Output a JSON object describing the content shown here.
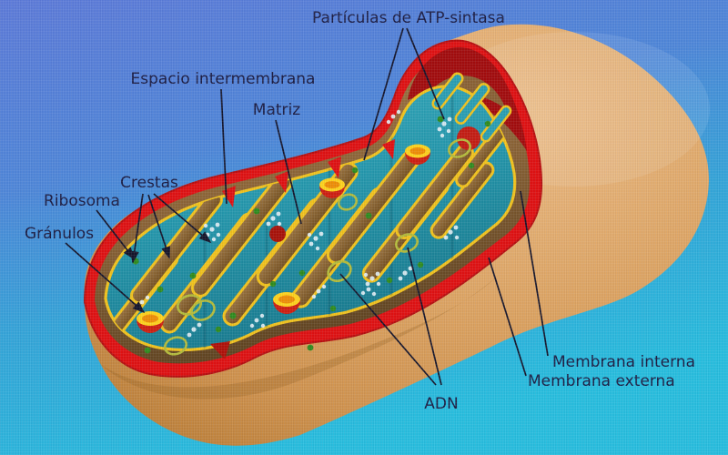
{
  "diagram": {
    "subject": "mitochondrion-cutaway",
    "labels": {
      "particulas": "Partículas de ATP-sintasa",
      "espacio": "Espacio intermembrana",
      "matriz": "Matriz",
      "crestas": "Crestas",
      "ribosoma": "Ribosoma",
      "granulos": "Gránulos",
      "adn": "ADN",
      "membrana_interna": "Membrana interna",
      "membrana_externa": "Membrana externa"
    },
    "colors": {
      "background_top": "#5e7bd8",
      "background_bottom": "#28bede",
      "body_tan": "#d89c58",
      "outer_membrane_red": "#e01111",
      "intermembrane_brown": "#8a6234",
      "inner_membrane_yellow": "#f2c31c",
      "matrix_teal": "#2598ac",
      "granule_cup_red": "#cf1f10",
      "granule_cup_yellow": "#ffd31c",
      "adn_loop_olive": "#b5bc3a",
      "ribosome_green": "#2f8c1d",
      "label_text": "#1b1b40"
    }
  }
}
